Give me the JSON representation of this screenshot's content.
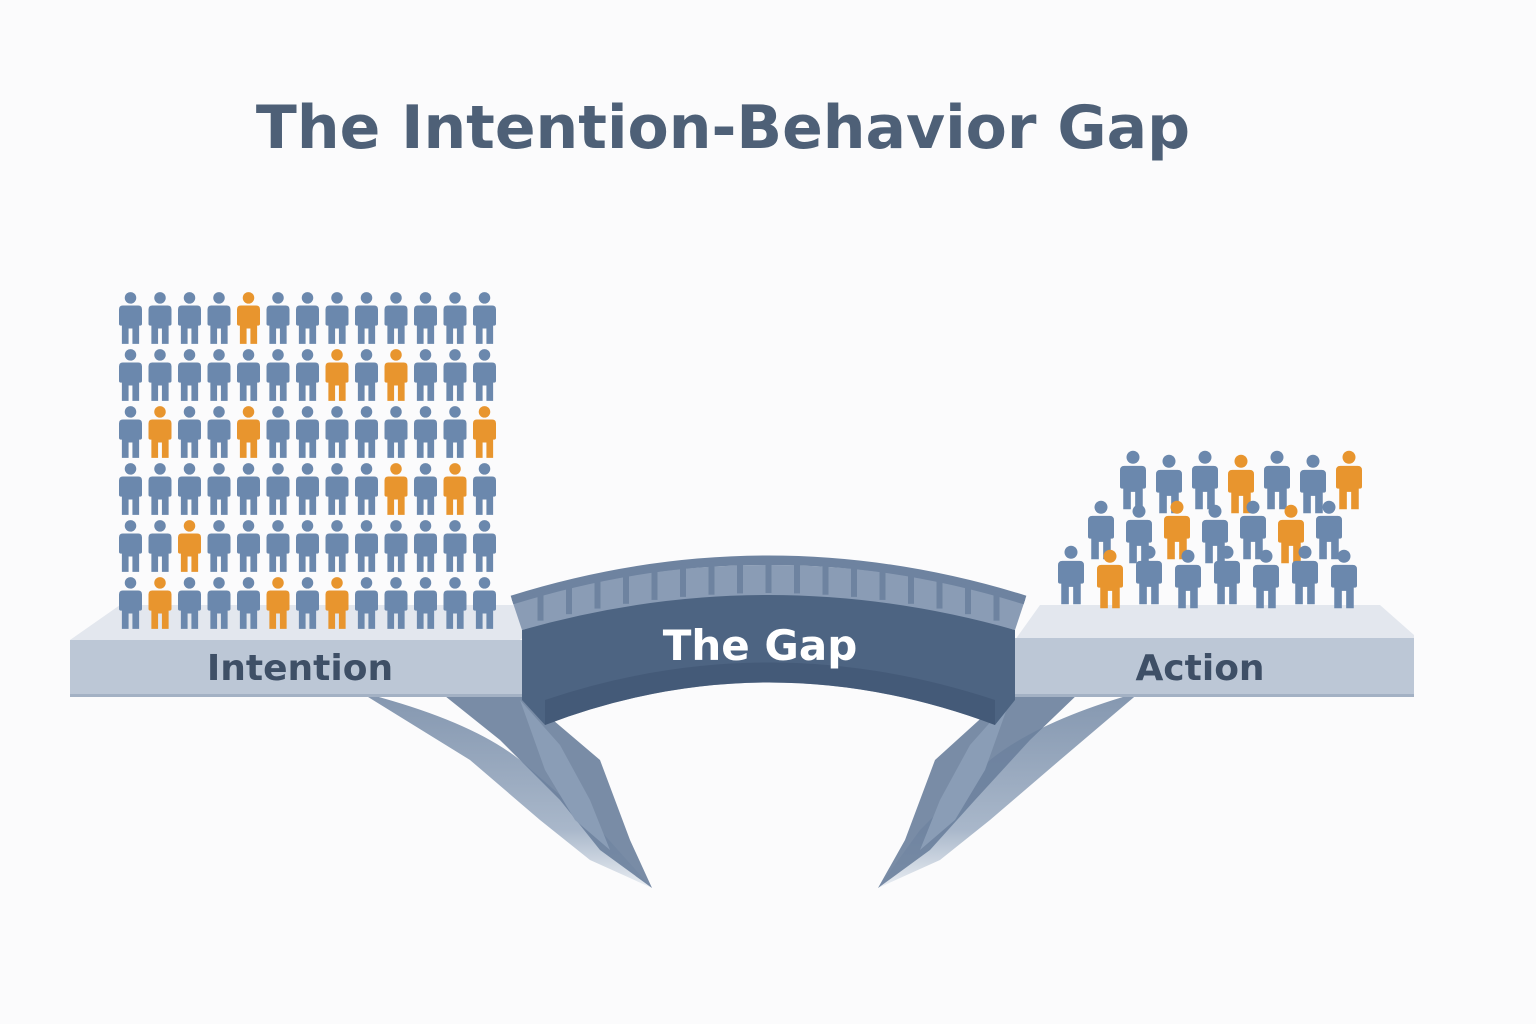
{
  "title": "The Intention-Behavior Gap",
  "labels": {
    "intention": "Intention",
    "gap": "The Gap",
    "action": "Action"
  },
  "colors": {
    "background": "#fbfbfc",
    "title": "#4e6077",
    "person_default": "#6b88ad",
    "person_highlight": "#e8952e",
    "platform_top": "#e3e7ee",
    "platform_front": "#bcc7d6",
    "bridge_deck": "#4d6482",
    "bridge_rail": "#6e83a0",
    "cliff": "#7d92ad"
  },
  "icons": {
    "person": "person-icon"
  },
  "intention_group": {
    "rows": 6,
    "columns": 13,
    "highlight_mask": [
      "0000100000000",
      "0000000101000",
      "0100100000001",
      "0000000001010",
      "0010000000000",
      "0100010100000"
    ]
  },
  "action_group": {
    "rows": [
      {
        "count": 7,
        "highlight": [
          3,
          6
        ]
      },
      {
        "count": 7,
        "highlight": [
          2,
          5
        ]
      },
      {
        "count": 8,
        "highlight": [
          1
        ]
      }
    ]
  }
}
